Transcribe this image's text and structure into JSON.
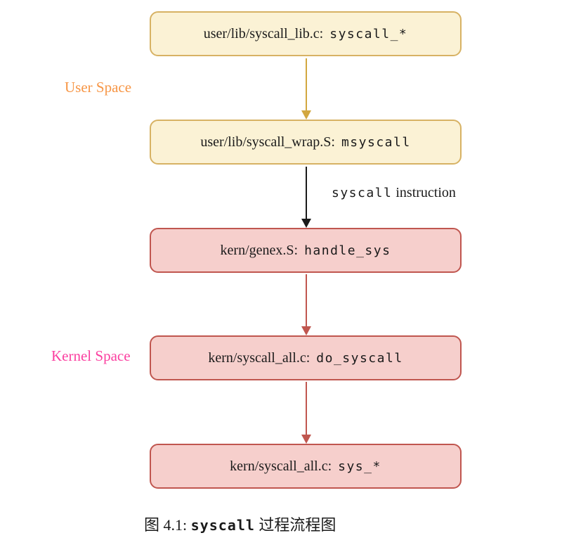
{
  "figure": {
    "caption_prefix": "图 4.1: ",
    "caption_code": "syscall",
    "caption_suffix": " 过程流程图"
  },
  "regions": {
    "user_space_label": "User Space",
    "kernel_space_label": "Kernel Space"
  },
  "edge_label": {
    "code": "syscall",
    "text": " instruction"
  },
  "nodes": [
    {
      "file": "user/lib/syscall_lib.c:",
      "func": "syscall_*",
      "space": "user"
    },
    {
      "file": "user/lib/syscall_wrap.S:",
      "func": "msyscall",
      "space": "user"
    },
    {
      "file": "kern/genex.S:",
      "func": "handle_sys",
      "space": "kernel"
    },
    {
      "file": "kern/syscall_all.c:",
      "func": "do_syscall",
      "space": "kernel"
    },
    {
      "file": "kern/syscall_all.c:",
      "func": "sys_*",
      "space": "kernel"
    }
  ],
  "edges": [
    {
      "from": 0,
      "to": 1,
      "color": "user_arrow",
      "label": ""
    },
    {
      "from": 1,
      "to": 2,
      "color": "black_arrow",
      "label": "syscall instruction"
    },
    {
      "from": 2,
      "to": 3,
      "color": "kernel_arrow",
      "label": ""
    },
    {
      "from": 3,
      "to": 4,
      "color": "kernel_arrow",
      "label": ""
    }
  ],
  "colors": {
    "user_box_fill": "#FBF2D5",
    "user_box_border": "#D7B264",
    "user_arrow": "#D2A73F",
    "kernel_box_fill": "#F6CFCC",
    "kernel_box_border": "#C0564F",
    "kernel_arrow": "#C0564F",
    "black_arrow": "#1A1A1A",
    "user_space_color": "#F79646",
    "kernel_space_color": "#FB3FA0"
  }
}
